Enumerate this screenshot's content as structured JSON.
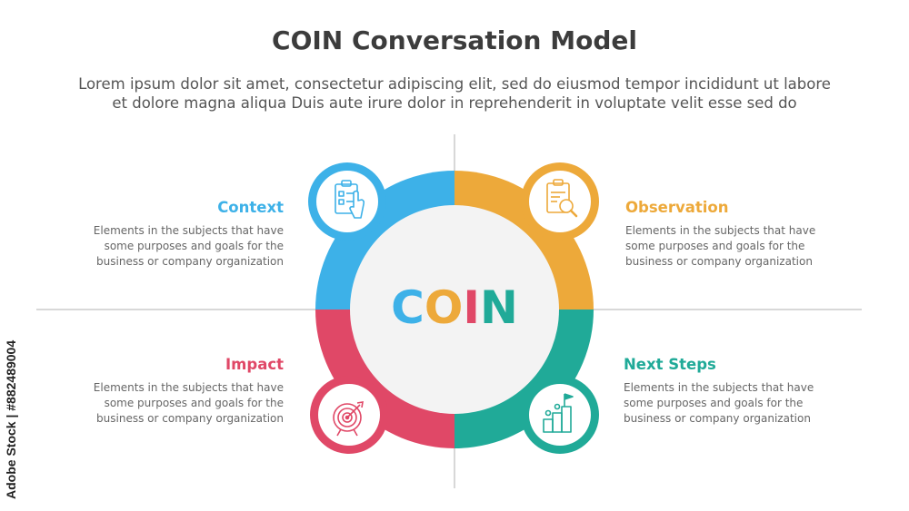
{
  "title": "COIN Conversation Model",
  "subtitle_line1": "Lorem ipsum dolor sit amet, consectetur adipiscing elit, sed do eiusmod tempor incididunt ut labore",
  "subtitle_line2": "et dolore magna aliqua Duis aute irure dolor in reprehenderit in voluptate velit esse sed do",
  "center": {
    "letters": [
      "C",
      "O",
      "I",
      "N"
    ]
  },
  "sections": {
    "context": {
      "title": "Context",
      "desc": [
        "Elements in the subjects that have",
        "some purposes and goals for the",
        "business or company organization"
      ],
      "color": "#3db1e8",
      "icon": "clipboard-hand-icon"
    },
    "observation": {
      "title": "Observation",
      "desc": [
        "Elements in the subjects that have",
        "some purposes and goals for the",
        "business or company organization"
      ],
      "color": "#eda93a",
      "icon": "document-magnifier-icon"
    },
    "impact": {
      "title": "Impact",
      "desc": [
        "Elements in the subjects that have",
        "some purposes and goals for the",
        "business or company organization"
      ],
      "color": "#e04867",
      "icon": "target-arrow-icon"
    },
    "next_steps": {
      "title": "Next Steps",
      "desc": [
        "Elements in the subjects that have",
        "some purposes and goals for the",
        "business or company organization"
      ],
      "color": "#20aa98",
      "icon": "podium-flag-icon"
    }
  },
  "watermark": "Adobe Stock | #882489004",
  "colors": {
    "center_fill": "#f3f3f3",
    "guide_line": "#cccccc",
    "title": "#3c3c3c"
  }
}
